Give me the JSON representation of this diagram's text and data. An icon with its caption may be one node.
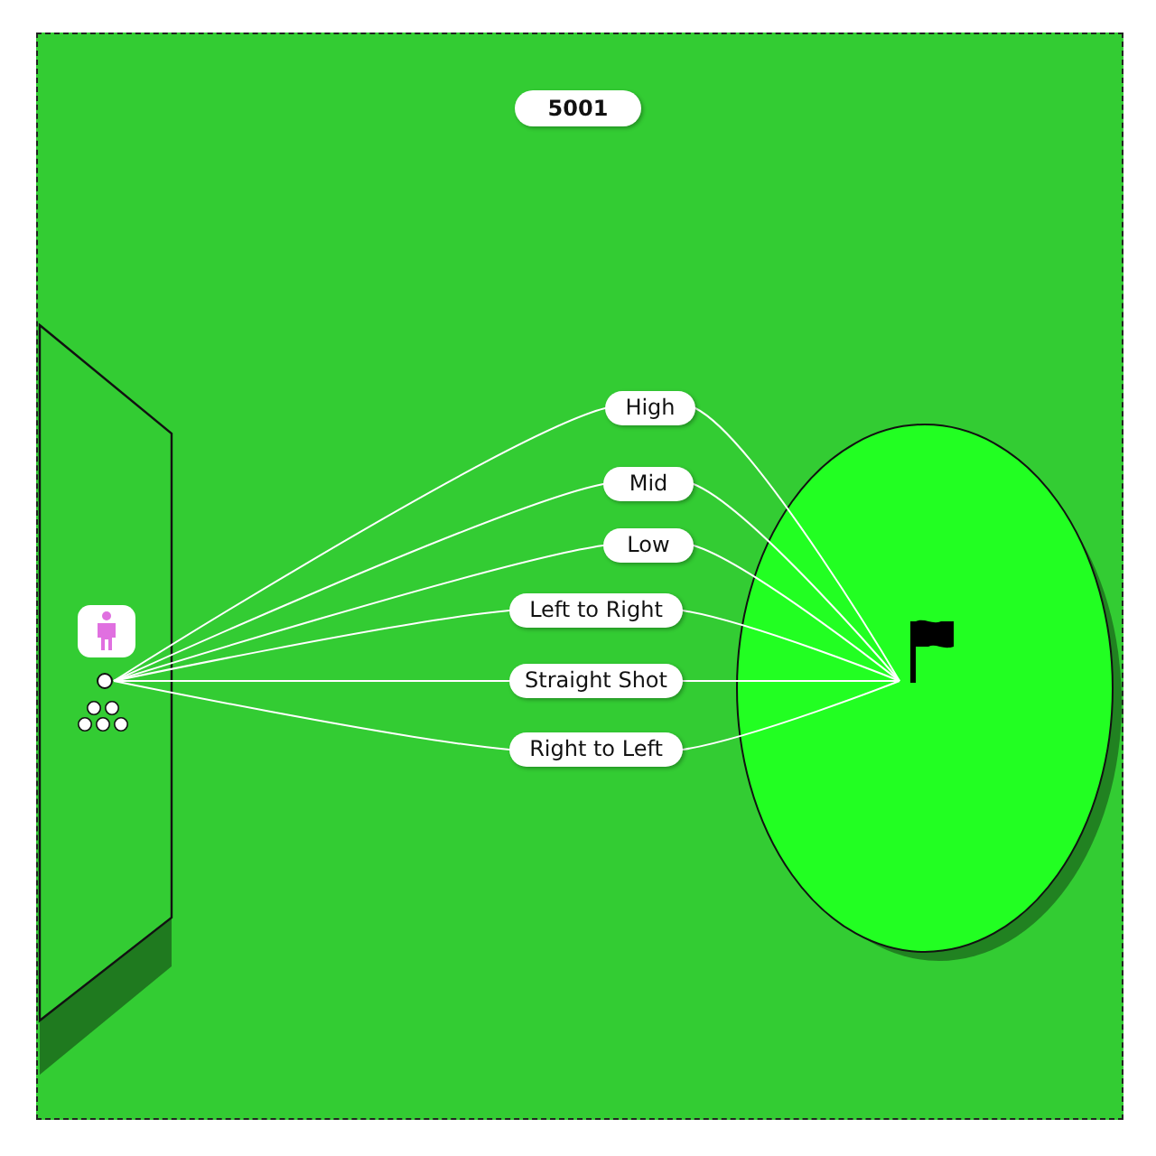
{
  "diagram": {
    "title": "5001",
    "nodes": [
      {
        "text": [],
        "shape": "box"
      },
      {
        "text": [],
        "shape": "ellipse"
      },
      {
        "text": [],
        "shape": "circle",
        "in": 0
      },
      {
        "text": [],
        "shape": "picture",
        "in": 1
      }
    ],
    "edges": [
      {
        "from": 2,
        "to": 3,
        "arrow": "none",
        "label": "High"
      },
      {
        "from": 2,
        "to": 3,
        "arrow": "none",
        "label": "Mid"
      },
      {
        "from": 2,
        "to": 3,
        "arrow": "none",
        "label": "Low"
      },
      {
        "from": 2,
        "to": 3,
        "arrow": "none",
        "label": "Left to Right"
      },
      {
        "from": 2,
        "to": 3,
        "arrow": "none",
        "label": "Straight Shot"
      },
      {
        "from": 2,
        "to": 3,
        "arrow": "none",
        "label": "Right to Left"
      }
    ]
  }
}
